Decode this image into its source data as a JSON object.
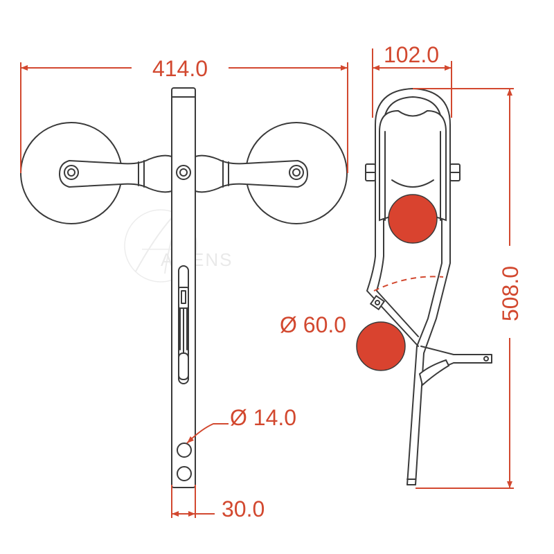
{
  "watermark": {
    "brand": "ALIENS"
  },
  "colors": {
    "dimension": "#d2482f",
    "ball": "#d9432f",
    "outline": "#3a3a3a",
    "watermark": "#d8d8d8"
  },
  "dimensions": {
    "overall_width": "414.0",
    "roller_width": "102.0",
    "overall_height": "508.0",
    "ball_diameter": "Ø 60.0",
    "hole_diameter": "Ø 14.0",
    "bar_width": "30.0"
  }
}
